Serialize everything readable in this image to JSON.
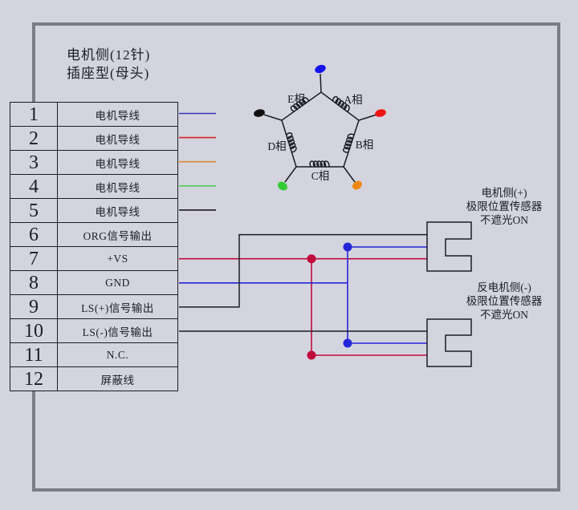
{
  "header": {
    "line1": "电机侧(12针)",
    "line2": "插座型(母头)"
  },
  "connector_table": {
    "rows": [
      {
        "pin": "1",
        "label": "电机导线"
      },
      {
        "pin": "2",
        "label": "电机导线"
      },
      {
        "pin": "3",
        "label": "电机导线"
      },
      {
        "pin": "4",
        "label": "电机导线"
      },
      {
        "pin": "5",
        "label": "电机导线"
      },
      {
        "pin": "6",
        "label": "ORG信号输出"
      },
      {
        "pin": "7",
        "label": "+VS"
      },
      {
        "pin": "8",
        "label": "GND"
      },
      {
        "pin": "9",
        "label": "LS(+)信号输出"
      },
      {
        "pin": "10",
        "label": "LS(-)信号输出"
      },
      {
        "pin": "11",
        "label": "N.C."
      },
      {
        "pin": "12",
        "label": "屏蔽线"
      }
    ]
  },
  "winding_diagram": {
    "phase_a": "A相",
    "phase_b": "B相",
    "phase_c": "C相",
    "phase_d": "D相",
    "phase_e": "E相"
  },
  "sensors": [
    {
      "title": "电机侧(+)",
      "line2": "极限位置传感器",
      "line3": "不遮光ON"
    },
    {
      "title": "反电机侧(-)",
      "line2": "极限位置传感器",
      "line3": "不遮光ON"
    }
  ],
  "colors": {
    "background": "#d4d4df",
    "frame": "#7c7c84",
    "ink": "#1c1c26",
    "motor_lead_pin1_blue": "#3535b4",
    "motor_lead_pin2_red": "#d42525",
    "motor_lead_pin3_orange": "#dd8833",
    "motor_lead_pin4_green": "#55cc55",
    "motor_lead_pin5_black": "#1a1a1a",
    "vs_wire_crimson": "#c00a3c",
    "gnd_wire_blue": "#2525d8",
    "winding_dot_blue": "#1414ee",
    "winding_dot_red": "#ee1414",
    "winding_dot_orange": "#ee8814",
    "winding_dot_green": "#33cc33",
    "winding_dot_black": "#111111"
  }
}
